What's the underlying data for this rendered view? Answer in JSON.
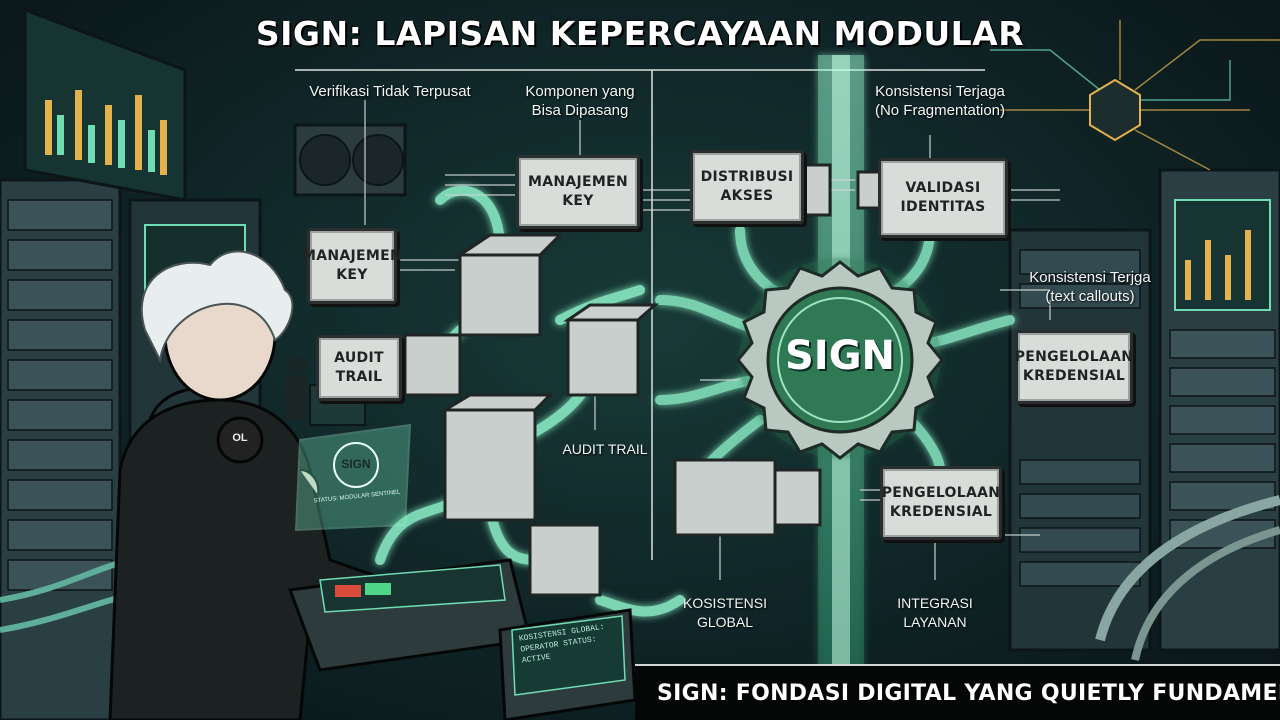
{
  "title": "SIGN: LAPISAN KEPERCAYAAN MODULAR",
  "callouts": {
    "verifikasi": "Verifikasi Tidak Terpusat",
    "komponen": "Komponen yang\nBisa Dipasang",
    "konsistensi_terjaga": "Konsistensi Terjaga\n(No Fragmentation)",
    "konsistensi_terjga": "Konsistensi Terjga\n(text callouts)",
    "audit_trail_label": "AUDIT TRAIL",
    "kosistensi_global": "KOSISTENSI\nGLOBAL",
    "integrasi_layanan": "INTEGRASI\nLAYANAN"
  },
  "boxes": {
    "manajemen_key_top": "MANAJEMEN\nKEY",
    "manajemen_key_left": "MANAJEMEN\nKEY",
    "audit_trail": "AUDIT\nTRAIL",
    "distribusi_akses": "DISTRIBUSI\nAKSES",
    "validasi_identitas": "VALIDASI\nIDENTITAS",
    "pengelolaan_right": "PENGELOLAAN\nKREDENSIAL",
    "pengelolaan_bottom": "PENGELOLAAN\nKREDENSIAL"
  },
  "emblem": "SIGN",
  "tablet": {
    "label": "SIGN",
    "subtext": "STATUS: MODULAR SENTINEL"
  },
  "console_status": "KOSISTENSI GLOBAL:\nOPERATOR STATUS:\nACTIVE",
  "headphone_text": "OL",
  "footer": "SIGN: FONDASI DIGITAL YANG QUIETLY FUNDAMENTAL",
  "colors": {
    "accent_glow": "#7ff0c4",
    "emblem_green": "#2f7a55",
    "box_fill": "#d9ddd9"
  }
}
